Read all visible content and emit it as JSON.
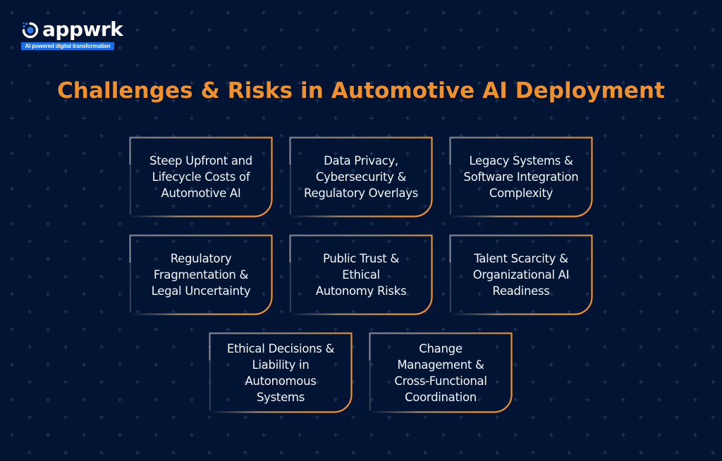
{
  "brand": {
    "name": "appwrk",
    "tagline": "AI powered digital transformation",
    "logo_icon": "appwrk-ring-dot-icon",
    "colors": {
      "tagline_bg": "#1b6fe6",
      "icon_accent": "#2a7bf0"
    }
  },
  "title": "Challenges & Risks in Automotive AI Deployment",
  "colors": {
    "background": "#021434",
    "title": "#f0912e",
    "card_border_start": "#8a8e9a",
    "card_border_end": "#f0912e",
    "card_text": "#f4f6fb"
  },
  "cards": [
    {
      "label": "Steep Upfront and\nLifecycle Costs of\nAutomotive AI"
    },
    {
      "label": "Data Privacy,\nCybersecurity &\nRegulatory Overlays"
    },
    {
      "label": "Legacy Systems &\nSoftware Integration\nComplexity"
    },
    {
      "label": "Regulatory\nFragmentation &\nLegal Uncertainty"
    },
    {
      "label": "Public Trust &\nEthical\nAutonomy Risks"
    },
    {
      "label": "Talent Scarcity &\nOrganizational AI\nReadiness"
    },
    {
      "label": "Ethical Decisions &\nLiability in\nAutonomous\nSystems"
    },
    {
      "label": "Change\nManagement &\nCross-Functional\nCoordination"
    }
  ]
}
